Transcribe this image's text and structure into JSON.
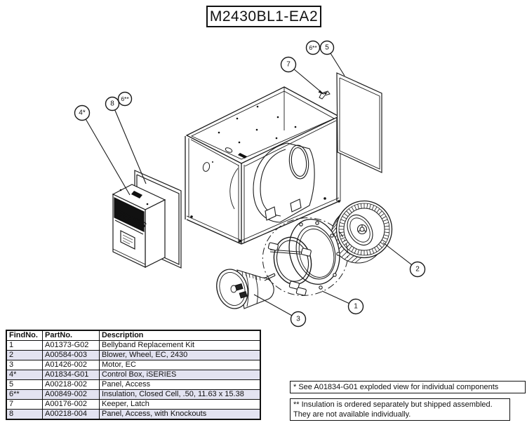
{
  "title": "M2430BL1-EA2",
  "parts_table": {
    "headers": [
      "FindNo.",
      "PartNo.",
      "Description"
    ],
    "rows": [
      [
        "1",
        "A01373-G02",
        "Bellyband Replacement Kit"
      ],
      [
        "2",
        "A00584-003",
        "Blower, Wheel, EC, 2430"
      ],
      [
        "3",
        "A01426-002",
        "Motor, EC"
      ],
      [
        "4*",
        "A01834-G01",
        "Control Box, iSERIES"
      ],
      [
        "5",
        "A00218-002",
        "Panel, Access"
      ],
      [
        "6**",
        "A00849-002",
        "Insulation, Closed Cell, .50, 11.63 x 15.38"
      ],
      [
        "7",
        "A00176-002",
        "Keeper, Latch"
      ],
      [
        "8",
        "A00218-004",
        "Panel, Access, with Knockouts"
      ]
    ]
  },
  "notes": {
    "note1": "* See A01834-G01 exploded view for individual components",
    "note2": "** Insulation is ordered separately but shipped assembled.\nThey are not available individually."
  },
  "callout_labels": [
    "4*",
    "8",
    "6**",
    "7",
    "6**",
    "5",
    "2",
    "1",
    "3"
  ],
  "diagram": {
    "control_box_brand": "iSERIES"
  },
  "colors": {
    "line": "#1a1a1a",
    "row_shade": "#e3e3f1",
    "background": "#ffffff"
  }
}
